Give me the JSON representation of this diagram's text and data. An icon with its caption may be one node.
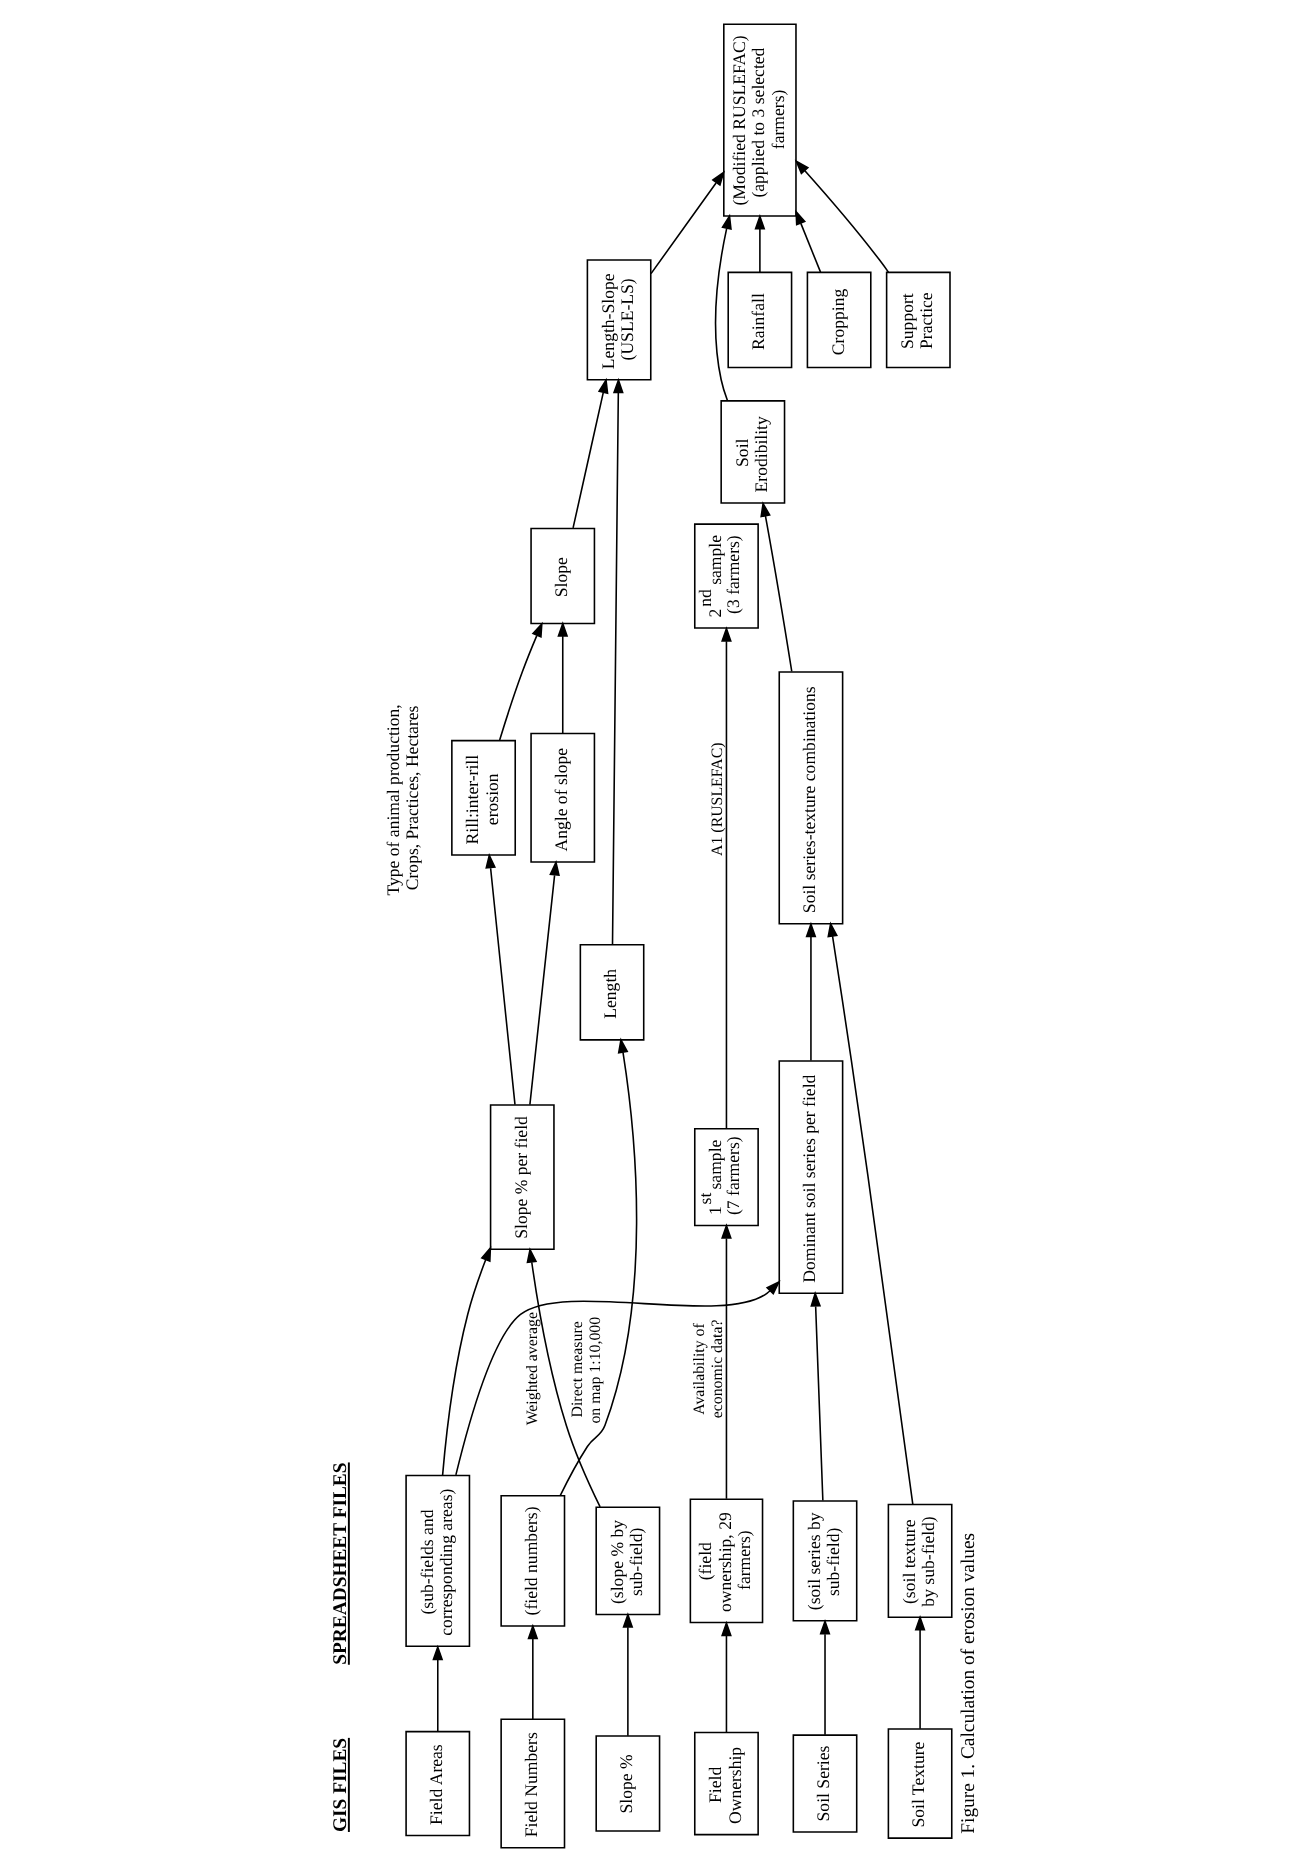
{
  "diagram": {
    "caption": "Figure 1. Calculation of erosion values",
    "nodes": [
      {
        "text": [
          "Field Areas"
        ]
      },
      {
        "text": [
          "Field Numbers"
        ]
      },
      {
        "text": [
          "Slope %"
        ]
      },
      {
        "text": [
          "Field Ownership"
        ]
      },
      {
        "text": [
          "Soil Series"
        ]
      },
      {
        "text": [
          "Soil Texture"
        ]
      },
      {
        "text": [
          "(sub-fields and corresponding areas)"
        ]
      },
      {
        "text": [
          "(field numbers)"
        ]
      },
      {
        "text": [
          "(slope % by sub-field)"
        ]
      },
      {
        "text": [
          "(field ownership, 29 farmers)"
        ]
      },
      {
        "text": [
          "(soil series by sub-field)"
        ]
      },
      {
        "text": [
          "(soil texture by sub-field)"
        ]
      },
      {
        "text": [
          "Length"
        ]
      },
      {
        "text": [
          "Slope % per field"
        ]
      },
      {
        "text": [
          "1$^{st}$ sample (7 farmers)"
        ]
      },
      {
        "text": [
          "Dominant soil series per field"
        ]
      },
      {
        "text": [
          "Soil series-texture combinations"
        ]
      },
      {
        "text": [
          "Rill:inter-rill erosion"
        ]
      },
      {
        "text": [
          "Angle of slope"
        ]
      },
      {
        "text": [
          "Soil Erodibility"
        ]
      },
      {
        "text": [
          "Slope"
        ]
      },
      {
        "text": [
          "2$^{nd}$ sample (3 farmers)"
        ]
      },
      {
        "text": [
          "Length-Slope (USLE-LS)"
        ]
      },
      {
        "text": [
          "Rainfall"
        ]
      },
      {
        "text": [
          "Cropping"
        ]
      },
      {
        "text": [
          "Support Practice"
        ]
      },
      {
        "text": [
          "(Modified RUSLEFAC)",
          "(applied to 3 selected farmers)"
        ]
      }
    ],
    "edges": [
      {
        "from": 0,
        "to": 6,
        "arrow": "to"
      },
      {
        "from": 1,
        "to": 7,
        "arrow": "to"
      },
      {
        "from": 2,
        "to": 8,
        "arrow": "to"
      },
      {
        "from": 3,
        "to": 9,
        "arrow": "to"
      },
      {
        "from": 4,
        "to": 10,
        "arrow": "to"
      },
      {
        "from": 5,
        "to": 11,
        "arrow": "to"
      },
      {
        "from": 7,
        "to": 12,
        "arrow": "to",
        "label": "Direct measure on map 1:10,000"
      },
      {
        "from": 8,
        "to": 13,
        "arrow": "to",
        "label": "Weighted average"
      },
      {
        "from": 6,
        "to": 13,
        "arrow": "to"
      },
      {
        "from": 6,
        "to": 15,
        "arrow": "to"
      },
      {
        "from": 9,
        "to": 14,
        "arrow": "to",
        "label": "Availability of economic data?"
      },
      {
        "from": 10,
        "to": 15,
        "arrow": "to"
      },
      {
        "from": 11,
        "to": 16,
        "arrow": "to"
      },
      {
        "from": 15,
        "to": 16,
        "arrow": "to"
      },
      {
        "from": 13,
        "to": 17,
        "arrow": "to"
      },
      {
        "from": 13,
        "to": 18,
        "arrow": "to"
      },
      {
        "from": 17,
        "to": 20,
        "arrow": "to"
      },
      {
        "from": 18,
        "to": 20,
        "arrow": "to"
      },
      {
        "from": 20,
        "to": 22,
        "arrow": "to"
      },
      {
        "from": 12,
        "to": 22,
        "arrow": "to"
      },
      {
        "from": 14,
        "to": 21,
        "arrow": "to",
        "label": "A1 (RUSLEFAC)"
      },
      {
        "from": 16,
        "to": 19,
        "arrow": "to"
      },
      {
        "from": 19,
        "to": 26,
        "arrow": "to"
      },
      {
        "from": 22,
        "to": 26,
        "arrow": "to"
      },
      {
        "from": 23,
        "to": 26,
        "arrow": "to"
      },
      {
        "from": 24,
        "to": 26,
        "arrow": "to"
      },
      {
        "from": 25,
        "to": 26,
        "arrow": "to"
      }
    ],
    "labels": [
      "GIS FILES",
      "SPREADSHEET FILES",
      "Type of animal production, Crops, Practices, Hectares"
    ]
  }
}
